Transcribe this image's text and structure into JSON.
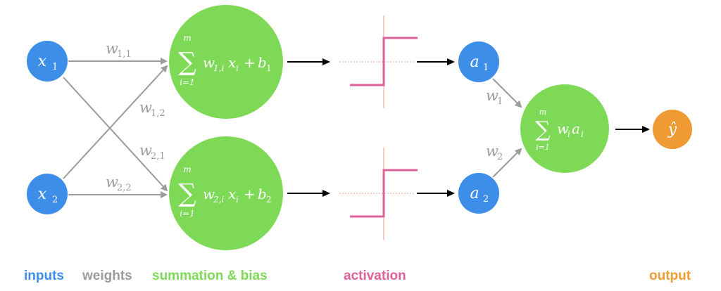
{
  "colors": {
    "input_node": "#3d8ee8",
    "sum_node": "#7ed957",
    "output_node": "#ef9a33",
    "weight_arrow": "#9b9b9b",
    "activation": "#e0619a",
    "activation_guide": "#e8a08a",
    "arrow": "#000000"
  },
  "nodes": {
    "x1": {
      "var": "x",
      "sub": "1"
    },
    "x2": {
      "var": "x",
      "sub": "2"
    },
    "sum1": {
      "upper": "m",
      "lower": "i=1",
      "w": "w",
      "wsub": "1,i",
      "x": "x",
      "xsub": "i",
      "plus": "+",
      "b": "b",
      "bsub": "1"
    },
    "sum2": {
      "upper": "m",
      "lower": "i=1",
      "w": "w",
      "wsub": "2,i",
      "x": "x",
      "xsub": "i",
      "plus": "+",
      "b": "b",
      "bsub": "2"
    },
    "a1": {
      "var": "a",
      "sub": "1"
    },
    "a2": {
      "var": "a",
      "sub": "2"
    },
    "sum_out": {
      "upper": "m",
      "lower": "i=1",
      "w": "w",
      "wsub": "i",
      "a": "a",
      "asub": "i"
    },
    "yhat": {
      "var": "ŷ"
    }
  },
  "weights": {
    "w11": {
      "var": "w",
      "sub": "1,1"
    },
    "w12": {
      "var": "w",
      "sub": "1,2"
    },
    "w21": {
      "var": "w",
      "sub": "2,1"
    },
    "w22": {
      "var": "w",
      "sub": "2,2"
    },
    "w1": {
      "var": "w",
      "sub": "1"
    },
    "w2": {
      "var": "w",
      "sub": "2"
    }
  },
  "legend": {
    "inputs": "inputs",
    "weights": "weights",
    "summation": "summation & bias",
    "activation": "activation",
    "output": "output"
  }
}
